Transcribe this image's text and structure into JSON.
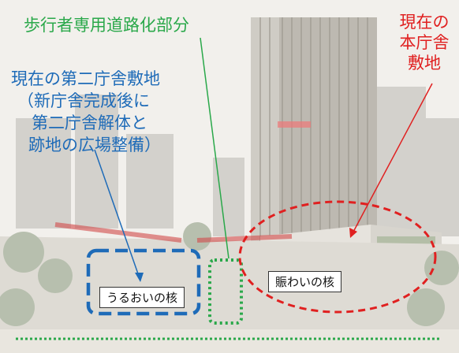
{
  "labels": {
    "walkway": "歩行者専用道路化部分",
    "second_site": "現在の第二庁舎敷地",
    "second_note_1": "（新庁舎完成後に",
    "second_note_2": "第二庁舎解体と",
    "second_note_3": "跡地の広場整備）",
    "main_site_1": "現在の",
    "main_site_2": "本庁舎",
    "main_site_3": "敷地"
  },
  "cores": {
    "uruoi": "うるおいの核",
    "nigiwai": "賑わいの核"
  },
  "colors": {
    "green": "#2aa84a",
    "blue": "#1e6bb8",
    "red": "#e02020",
    "sky": "#ece9e4",
    "tower": "#b9b5ad",
    "tower_shadow": "#8f8b84",
    "ground": "#dcd9d2",
    "trees": "#aeb7a4"
  }
}
